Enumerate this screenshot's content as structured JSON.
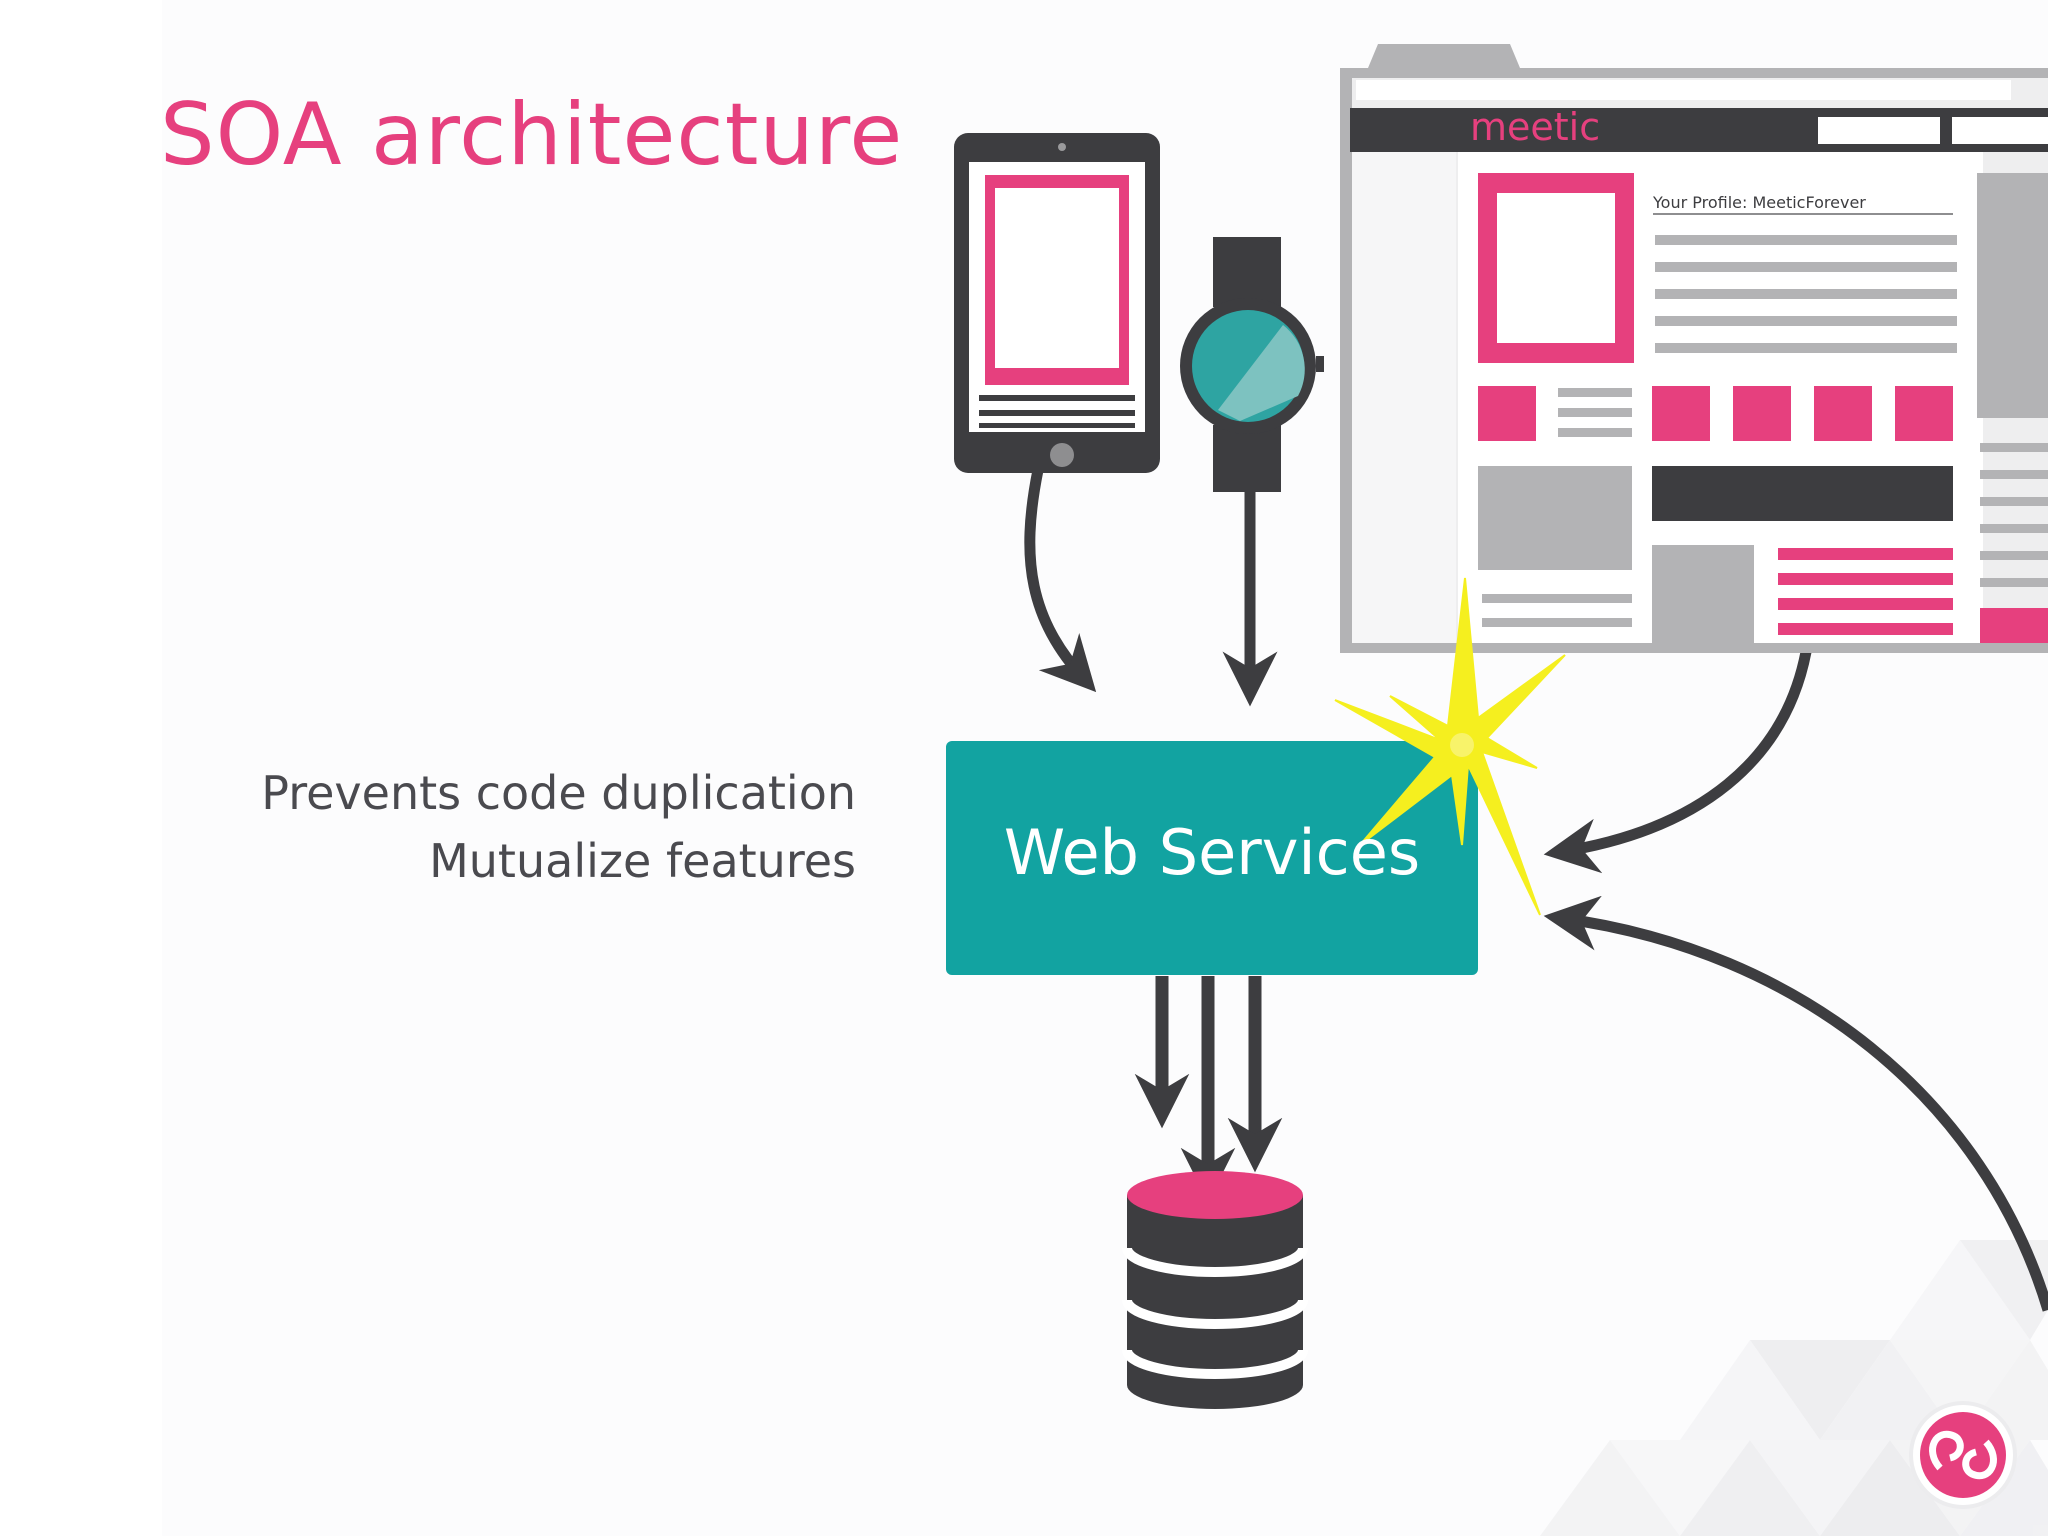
{
  "slide": {
    "title": "SOA architecture",
    "bullets": [
      "Prevents code duplication",
      "Mutualize features"
    ],
    "central_box_label": "Web Services"
  },
  "browser_mockup": {
    "logo_text": "meetic",
    "profile_label": "Your Profile: MeeticForever"
  },
  "colors": {
    "title": "#e6407e",
    "accent_pink": "#e6407e",
    "teal": "#12a3a1",
    "dark_gray": "#3d3d40",
    "light_gray": "#b3b3b5",
    "spark_yellow": "#f5ef1f",
    "text": "#4a4a4f"
  },
  "icons": [
    "tablet-icon",
    "smartwatch-icon",
    "browser-window-icon",
    "database-icon",
    "spark-icon",
    "meetic-badge-icon"
  ]
}
